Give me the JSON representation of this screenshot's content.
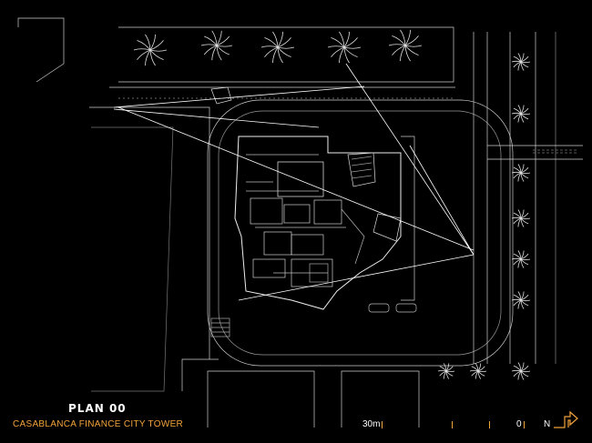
{
  "plan": {
    "title": "PLAN 00",
    "subtitle": "CASABLANCA FINANCE CITY TOWER"
  },
  "scale_bar": {
    "distance_label": "30m",
    "zero_label": "0",
    "accent_color": "#f2a33a"
  },
  "north": {
    "label": "N",
    "icon": "north-arrow-icon"
  },
  "colors": {
    "background": "#000000",
    "linework": "#ffffff",
    "accent": "#f2a33a"
  }
}
